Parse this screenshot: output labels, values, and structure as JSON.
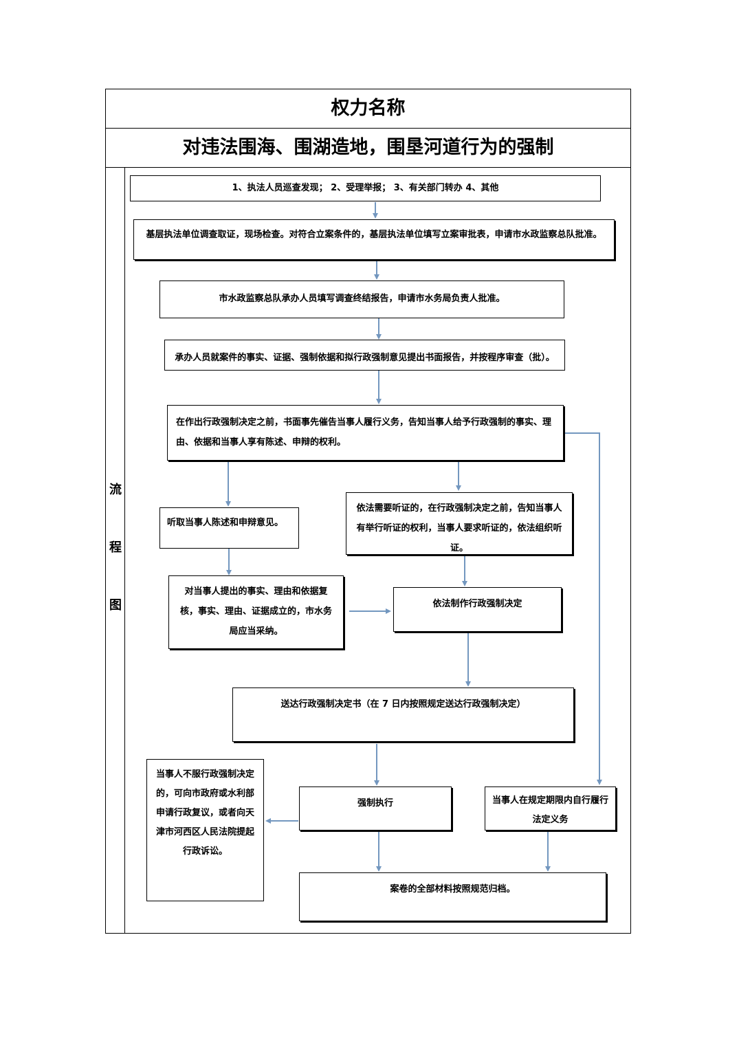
{
  "header": {
    "title": "权力名称",
    "subtitle": "对违法围海、围湖造地，围垦河道行为的强制"
  },
  "side_label": [
    "流",
    "程",
    "图"
  ],
  "flow": {
    "step1": "1、执法人员巡查发现；  2、受理举报；  3、有关部门转办 4、其他",
    "step2": "基层执法单位调查取证，现场检查。对符合立案条件的，基层执法单位填写立案审批表，申请市水政监察总队批准。",
    "step3": "市水政监察总队承办人员填写调查终结报告，申请市水务局负责人批准。",
    "step4": "承办人员就案件的事实、证据、强制依据和拟行政强制意见提出书面报告，并按程序审查（批）。",
    "step5": "在作出行政强制决定之前，书面事先催告当事人履行义务，告知当事人给予行政强制的事实、理由、依据和当事人享有陈述、申辩的权利。",
    "hear_statement": "听取当事人陈述和申辩意见。",
    "hearing": "依法需要听证的，在行政强制决定之前，告知当事人有举行听证的权利，当事人要求听证的，依法组织听证。",
    "review": "对当事人提出的事实、理由和依据复核，事实、理由、证据成立的，市水务局应当采纳。",
    "decision": "依法制作行政强制决定",
    "delivery": "送达行政强制决定书（在 7 日内按照规定送达行政强制决定）",
    "appeal": "当事人不服行政强制决定的，可向市政府或水利部申请行政复议，或者向天津市河西区人民法院提起行政诉讼。",
    "enforce": "强制执行",
    "self_perform": "当事人在规定期限内自行履行法定义务",
    "archive": "案卷的全部材料按照规范归档。"
  },
  "colors": {
    "arrow": "#7397bf",
    "border": "#000000"
  },
  "icons": {
    "connector": "arrow-icon"
  }
}
